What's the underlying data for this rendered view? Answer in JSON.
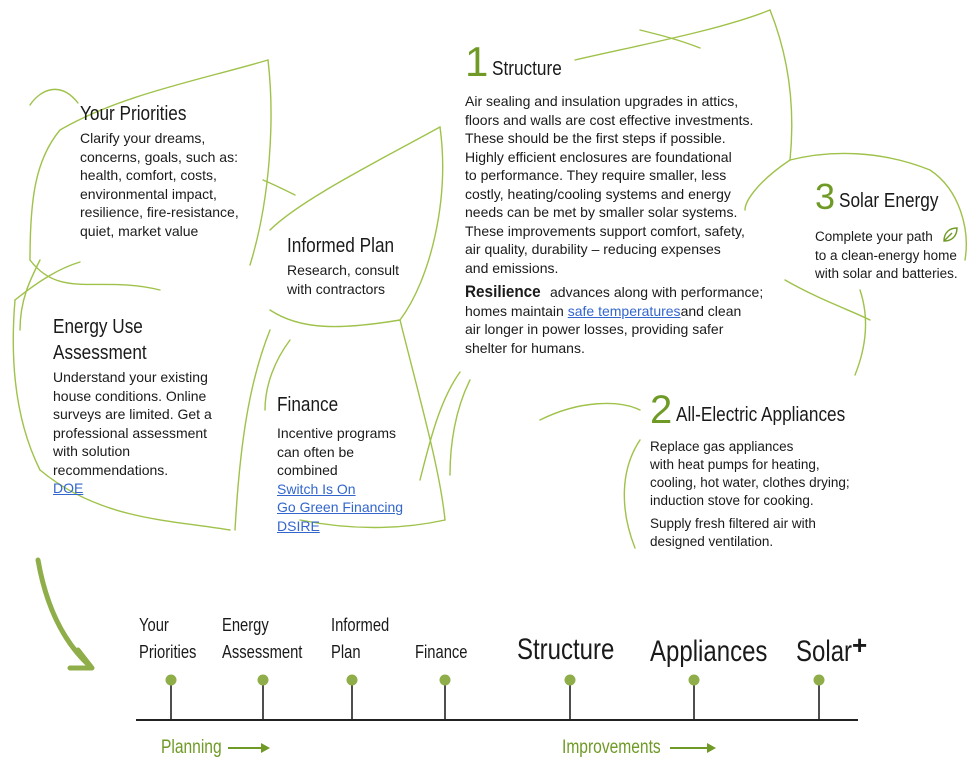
{
  "priorities": {
    "title": "Your Priorities",
    "lines": [
      "Clarify your dreams,",
      "concerns, goals, such as:",
      "health, comfort, costs,",
      "environmental impact,",
      "resilience, fire-resistance,",
      "quiet, market value"
    ]
  },
  "assessment": {
    "title_line1": "Energy Use",
    "title_line2": "Assessment",
    "lines": [
      "Understand your existing",
      "house conditions. Online",
      "surveys are limited. Get a",
      "professional assessment",
      "with solution",
      "recommendations."
    ],
    "link": "DOE"
  },
  "plan": {
    "title": "Informed Plan",
    "lines": [
      "Research, consult",
      "with contractors"
    ]
  },
  "finance": {
    "title": "Finance",
    "lines": [
      "Incentive programs",
      "can often be",
      "combined"
    ],
    "links": [
      "Switch Is On",
      "Go Green Financing",
      "DSIRE"
    ]
  },
  "structure": {
    "number": "1",
    "title": "Structure",
    "lines": [
      "Air sealing and insulation upgrades in attics,",
      "floors and walls are cost effective investments.",
      "These should be the first steps if possible.",
      "Highly efficient enclosures are foundational",
      "to performance. They require smaller, less",
      "costly, heating/cooling systems and energy",
      "needs can be met by smaller solar systems.",
      "These improvements support comfort, safety,",
      "air quality, durability – reducing expenses",
      "and emissions."
    ],
    "resilience_lead": "Resilience",
    "resilience_line1_rest": " advances along with performance;",
    "resilience_line2_pre": "homes maintain ",
    "resilience_link": "safe temperatures ",
    "resilience_line2_post": "and clean",
    "resilience_line3": "air longer in power losses, providing safer",
    "resilience_line4": "shelter for humans."
  },
  "solar": {
    "number": "3",
    "title": "Solar Energy",
    "lines": [
      "Complete your path",
      "to a clean-energy home",
      "with solar and batteries."
    ],
    "icon": "leaf-icon"
  },
  "appliances": {
    "number": "2",
    "title": "All-Electric Appliances",
    "lines": [
      "Replace gas appliances",
      "with heat pumps for heating,",
      "cooling, hot water, clothes drying;",
      "induction stove for cooking."
    ],
    "lines2": [
      "Supply fresh filtered air with",
      "designed ventilation."
    ]
  },
  "timeline": {
    "steps": [
      {
        "line1": "Your",
        "line2": "Priorities"
      },
      {
        "line1": "Energy",
        "line2": "Assessment"
      },
      {
        "line1": "Informed",
        "line2": "Plan"
      },
      {
        "line1": "",
        "line2": "Finance"
      }
    ],
    "big_steps": [
      "Structure",
      "Appliances",
      "Solar"
    ],
    "plus": "+",
    "planning": "Planning",
    "improvements": "Improvements"
  },
  "colors": {
    "accent": "#6e9a25",
    "link": "#3366cc",
    "line_art": "#9fc24a",
    "dot": "#8fae4a"
  }
}
